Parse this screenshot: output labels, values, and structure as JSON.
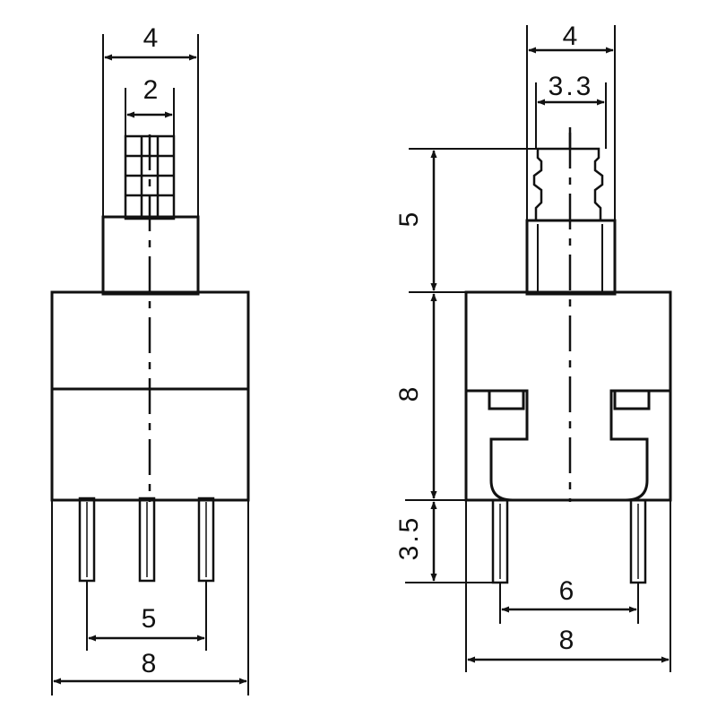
{
  "drawing": {
    "line_color": "#111111",
    "background": "#ffffff",
    "front_view": {
      "dimensions": {
        "actuator_width": "4",
        "actuator_inner_width": "2",
        "pin_spacing": "5",
        "body_width": "8"
      }
    },
    "side_view": {
      "dimensions": {
        "actuator_width": "4",
        "actuator_inner_width": "3.3",
        "actuator_height": "5",
        "body_height": "8",
        "pin_length": "3.5",
        "pin_spacing": "6",
        "body_width": "8"
      }
    }
  }
}
